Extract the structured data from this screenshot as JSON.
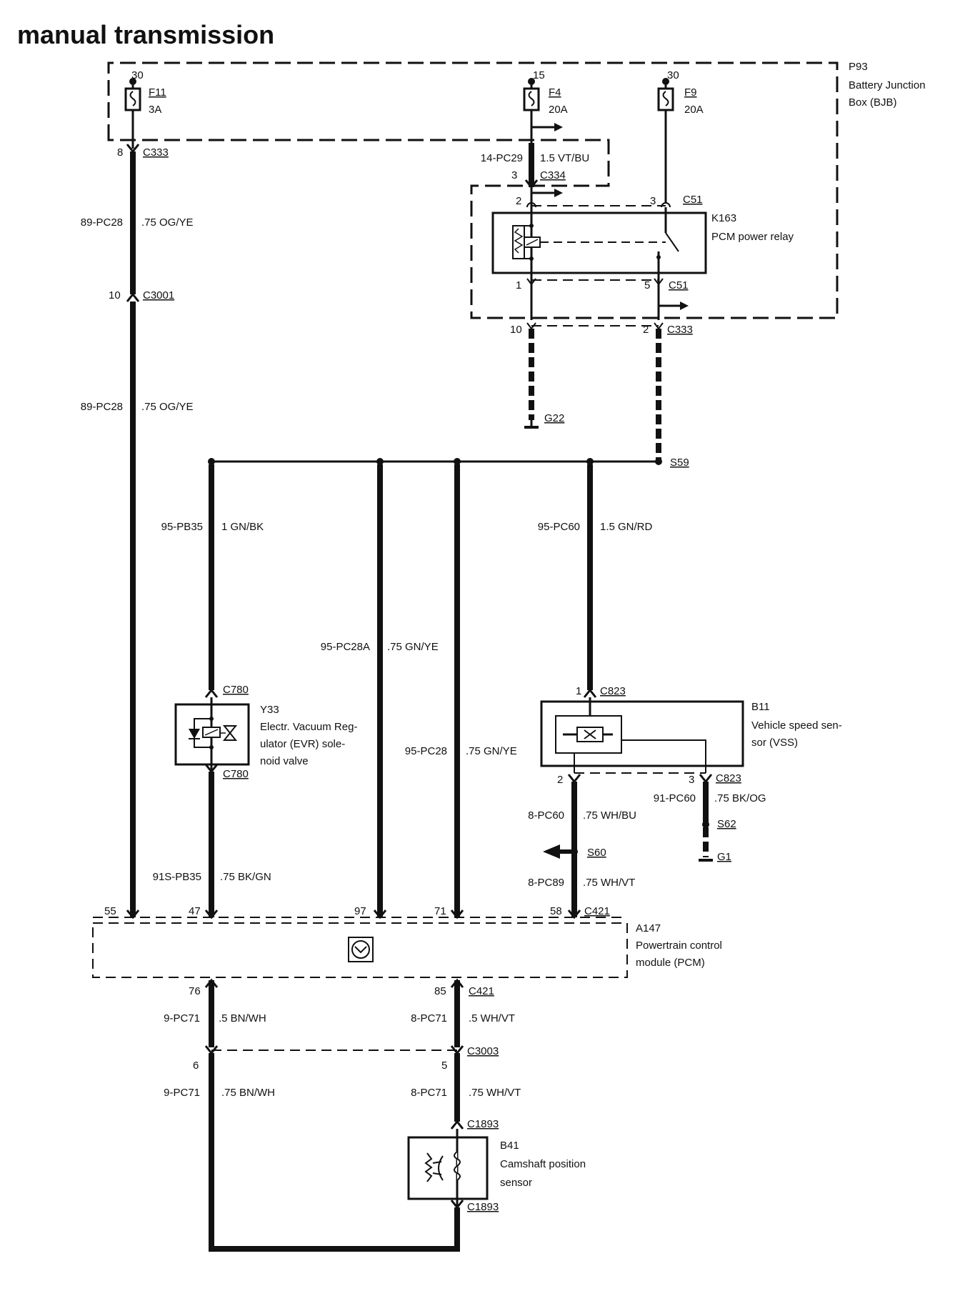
{
  "title": "manual transmission",
  "modules": {
    "bjb": {
      "id": "P93",
      "name_line1": "Battery Junction",
      "name_line2": "Box (BJB)"
    },
    "relay": {
      "id": "K163",
      "name": "PCM power relay"
    },
    "evr": {
      "id": "Y33",
      "name_line1": "Electr. Vacuum Reg-",
      "name_line2": "ulator (EVR) sole-",
      "name_line3": "noid valve"
    },
    "vss": {
      "id": "B11",
      "name_line1": "Vehicle speed sen-",
      "name_line2": "sor (VSS)"
    },
    "pcm": {
      "id": "A147",
      "name_line1": "Powertrain control",
      "name_line2": "module (PCM)"
    },
    "cmp": {
      "id": "B41",
      "name_line1": "Camshaft position",
      "name_line2": "sensor"
    }
  },
  "fuses": [
    {
      "terminal": "30",
      "id": "F11",
      "rating": "3A"
    },
    {
      "terminal": "15",
      "id": "F4",
      "rating": "20A"
    },
    {
      "terminal": "30",
      "id": "F9",
      "rating": "20A"
    }
  ],
  "connectors": {
    "c333_top": {
      "pin": "8",
      "id": "C333"
    },
    "c3001": {
      "pin": "10",
      "id": "C3001"
    },
    "c334": {
      "pin": "3",
      "id": "C334"
    },
    "c51_top": {
      "pin_left": "2",
      "pin_right": "3",
      "id": "C51"
    },
    "c51_bottom": {
      "pin_left": "1",
      "pin_right": "5",
      "id": "C51"
    },
    "c333_bottom": {
      "pin_left": "10",
      "pin_right": "2",
      "id": "C333"
    },
    "c780_top": {
      "id": "C780"
    },
    "c780_bottom": {
      "id": "C780"
    },
    "c823_top": {
      "pin": "1",
      "id": "C823"
    },
    "c823_bottom": {
      "pin_left": "2",
      "pin_right": "3",
      "id": "C823"
    },
    "c421_top": {
      "pins": [
        "55",
        "47",
        "97",
        "71",
        "58"
      ],
      "id": "C421"
    },
    "c421_bottom": {
      "pins": [
        "76",
        "85"
      ],
      "id": "C421"
    },
    "c3003": {
      "pins": [
        "6",
        "5"
      ],
      "id": "C3003"
    },
    "c1893_top": {
      "id": "C1893"
    },
    "c1893_bottom": {
      "id": "C1893"
    }
  },
  "splices": {
    "s59": "S59",
    "s60": "S60",
    "s62": "S62"
  },
  "grounds": {
    "g22": "G22",
    "g1": "G1"
  },
  "wires": {
    "pc28_upper": {
      "circuit": "89-PC28",
      "spec": ".75 OG/YE"
    },
    "pc28_lower": {
      "circuit": "89-PC28",
      "spec": ".75 OG/YE"
    },
    "pc29": {
      "circuit": "14-PC29",
      "spec": "1.5 VT/BU"
    },
    "pb35": {
      "circuit": "95-PB35",
      "spec": "1 GN/BK"
    },
    "pc28a": {
      "circuit": "95-PC28A",
      "spec": ".75 GN/YE"
    },
    "pc28_95": {
      "circuit": "95-PC28",
      "spec": ".75 GN/YE"
    },
    "pc60_95": {
      "circuit": "95-PC60",
      "spec": "1.5 GN/RD"
    },
    "pb35_91s": {
      "circuit": "91S-PB35",
      "spec": ".75 BK/GN"
    },
    "pc60_8": {
      "circuit": "8-PC60",
      "spec": ".75 WH/BU"
    },
    "pc60_91": {
      "circuit": "91-PC60",
      "spec": ".75 BK/OG"
    },
    "pc89": {
      "circuit": "8-PC89",
      "spec": ".75 WH/VT"
    },
    "pc71_9a": {
      "circuit": "9-PC71",
      "spec": ".5 BN/WH"
    },
    "pc71_8a": {
      "circuit": "8-PC71",
      "spec": ".5 WH/VT"
    },
    "pc71_9b": {
      "circuit": "9-PC71",
      "spec": ".75 BN/WH"
    },
    "pc71_8b": {
      "circuit": "8-PC71",
      "spec": ".75 WH/VT"
    }
  }
}
